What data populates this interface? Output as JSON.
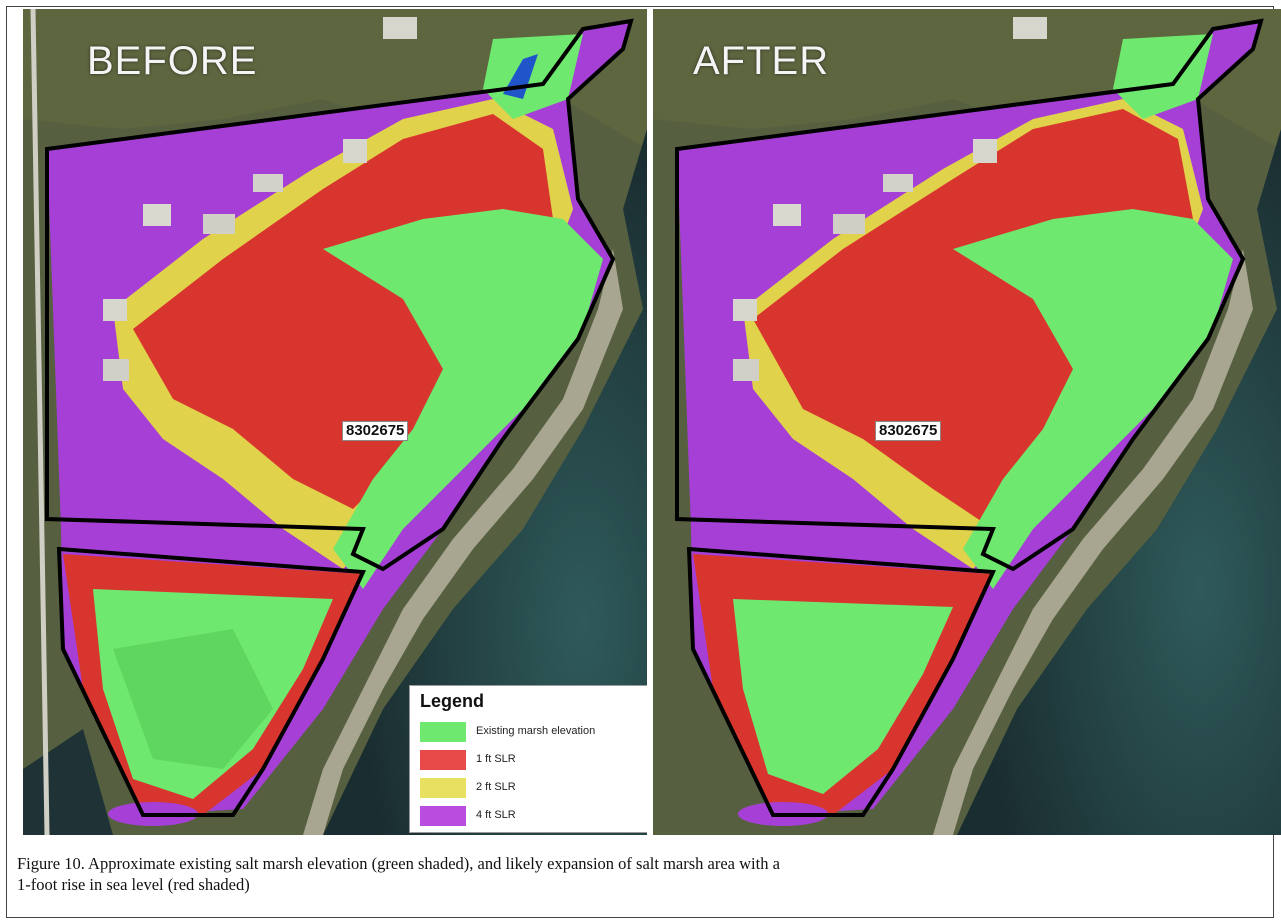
{
  "panels": {
    "before": {
      "title": "BEFORE",
      "parcel_label": "8302675"
    },
    "after": {
      "title": "AFTER",
      "parcel_label": "8302675"
    }
  },
  "legend": {
    "title": "Legend",
    "items": [
      {
        "label": "Existing marsh elevation",
        "color": "#6fe86f"
      },
      {
        "label": "1 ft SLR",
        "color": "#e84a4a"
      },
      {
        "label": "2 ft SLR",
        "color": "#e8e060"
      },
      {
        "label": "4 ft SLR",
        "color": "#b84de0"
      }
    ]
  },
  "colors": {
    "green": "#6fe86f",
    "red": "#d9352f",
    "yellow": "#e0d24a",
    "purple": "#a63fd6",
    "water": "#1f3a3e",
    "land": "#4f5a3a",
    "boundary": "#000000"
  },
  "caption": {
    "line1": "Figure 10.  Approximate existing salt marsh elevation (green shaded), and likely expansion of salt marsh area with a",
    "line2": "1-foot rise in sea level (red shaded)"
  }
}
